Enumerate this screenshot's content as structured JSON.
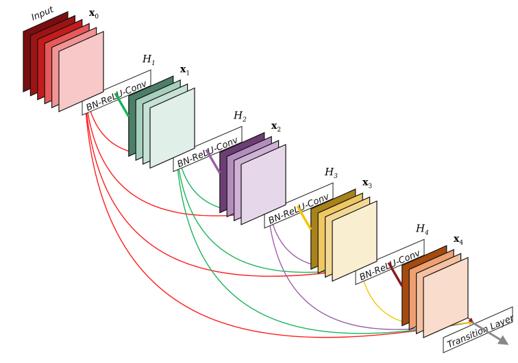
{
  "title_label": "Input",
  "stacks": [
    {
      "name": "x",
      "sub": "0",
      "colors": [
        "#7a0e0e",
        "#9c1414",
        "#c41c1c",
        "#e65a5a",
        "#f29494",
        "#f8c8c8"
      ]
    },
    {
      "name": "x",
      "sub": "1",
      "colors": [
        "#4b7f68",
        "#a6cfbe",
        "#c6e1d5",
        "#e0efe8"
      ]
    },
    {
      "name": "x",
      "sub": "2",
      "colors": [
        "#6d3e74",
        "#b38dbd",
        "#cfb2d6",
        "#e6d8ea"
      ]
    },
    {
      "name": "x",
      "sub": "3",
      "colors": [
        "#a8821a",
        "#efc862",
        "#f3d895",
        "#f9eed0"
      ]
    },
    {
      "name": "x",
      "sub": "4",
      "colors": [
        "#a64a10",
        "#eea070",
        "#f5c1a2",
        "#fadccc"
      ]
    }
  ],
  "layers": [
    {
      "name": "H",
      "sub": "1",
      "box_label": "BN-ReLU-Conv"
    },
    {
      "name": "H",
      "sub": "2",
      "box_label": "BN-ReLU-Conv"
    },
    {
      "name": "H",
      "sub": "3",
      "box_label": "BN-ReLU-Conv"
    },
    {
      "name": "H",
      "sub": "4",
      "box_label": "BN-ReLU-Conv"
    }
  ],
  "transition_label": "Transition Layer",
  "connection_colors": [
    "#ff1a1a",
    "#19b35a",
    "#9b5fa5",
    "#f5c400",
    "#8b1a1a"
  ]
}
